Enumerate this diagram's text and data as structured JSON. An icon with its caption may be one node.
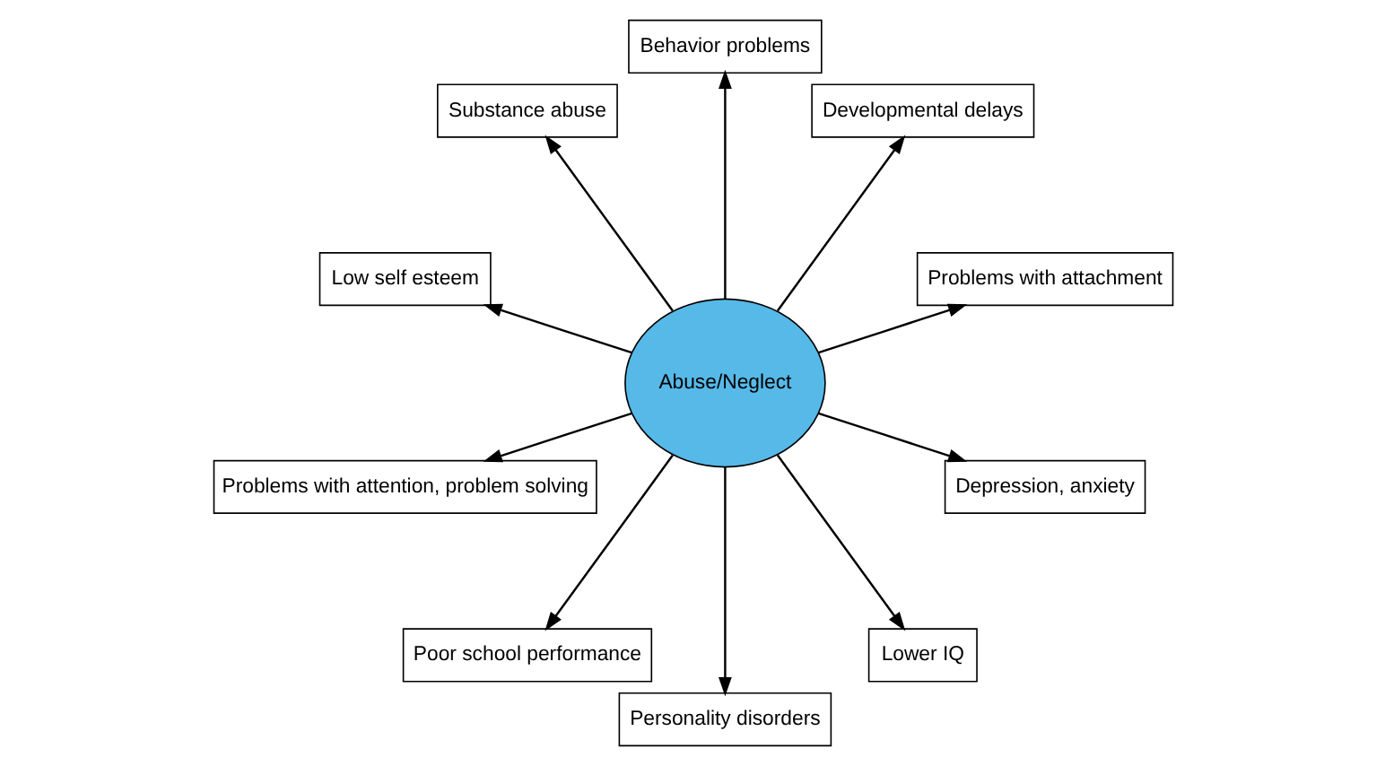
{
  "diagram": {
    "nodes": [
      {
        "text": [
          "Abuse/Neglect"
        ]
      },
      {
        "text": [
          "Problems with attachment"
        ]
      },
      {
        "text": [
          "Developmental delays"
        ]
      },
      {
        "text": [
          "Behavior problems"
        ]
      },
      {
        "text": [
          "Substance abuse"
        ]
      },
      {
        "text": [
          "Low self esteem"
        ]
      },
      {
        "text": [
          "Problems with attention, problem solving"
        ]
      },
      {
        "text": [
          "Poor school performance"
        ]
      },
      {
        "text": [
          "Personality disorders"
        ]
      },
      {
        "text": [
          "Lower IQ"
        ]
      },
      {
        "text": [
          "Depression, anxiety"
        ]
      }
    ],
    "edges": [
      {
        "from": 0,
        "to": 1,
        "arrow": "to"
      },
      {
        "from": 0,
        "to": 2,
        "arrow": "to"
      },
      {
        "from": 0,
        "to": 3,
        "arrow": "to"
      },
      {
        "from": 0,
        "to": 4,
        "arrow": "to"
      },
      {
        "from": 0,
        "to": 5,
        "arrow": "to"
      },
      {
        "from": 0,
        "to": 6,
        "arrow": "to"
      },
      {
        "from": 0,
        "to": 7,
        "arrow": "to"
      },
      {
        "from": 0,
        "to": 8,
        "arrow": "to"
      },
      {
        "from": 0,
        "to": 9,
        "arrow": "to"
      },
      {
        "from": 0,
        "to": 10,
        "arrow": "to"
      }
    ]
  }
}
